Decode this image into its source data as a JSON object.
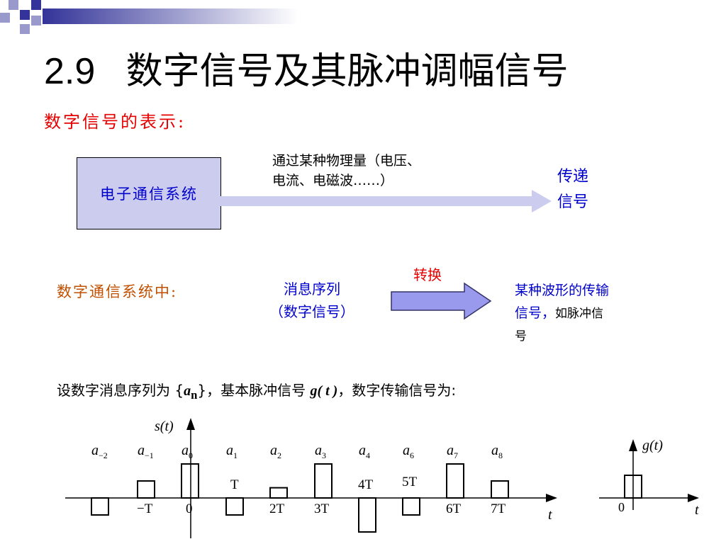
{
  "slide": {
    "title_number": "2.9",
    "title_text": "数字信号及其脉冲调幅信号",
    "subtitle": "数字信号的表示:",
    "system_box": "电子通信系统",
    "note_line1": "通过某种物理量（电压、",
    "note_line2": "电流、电磁波……）",
    "deliver_line1": "传递",
    "deliver_line2": "信号",
    "digital_system": "数字通信系统中:",
    "message_line1": "消息序列",
    "message_line2": "（数字信号）",
    "convert": "转换",
    "waveform_line1": "某种波形的传输",
    "waveform_line2": "信号，",
    "waveform_tail": "如脉冲信",
    "waveform_line3": "号",
    "setup_prefix": "设数字消息序列为 {",
    "setup_a": "a",
    "setup_sub": "n",
    "setup_mid": "}，基本脉冲信号 ",
    "setup_g": "g( t )",
    "setup_suffix": "，数字传输信号为:"
  },
  "colors": {
    "title": "#000000",
    "subtitle": "#e60000",
    "blue_text": "#0000cc",
    "orange_text": "#c05000",
    "box_fill": "#ccccee",
    "arrow_fill": "#9999ee",
    "thin_arrow_fill": "#ccccee",
    "logo_dark": "#333399",
    "logo_light": "#9999cc"
  },
  "plot_main": {
    "y_label": "s(t)",
    "x_label": "t",
    "pulses": [
      {
        "label": "a",
        "sub": "−2",
        "value": -1
      },
      {
        "label": "a",
        "sub": "−1",
        "value": 1
      },
      {
        "label": "a",
        "sub": "0",
        "value": 2
      },
      {
        "label": "a",
        "sub": "1",
        "value": -1
      },
      {
        "label": "a",
        "sub": "2",
        "value": 0.6
      },
      {
        "label": "a",
        "sub": "3",
        "value": 2
      },
      {
        "label": "a",
        "sub": "4",
        "value": -2
      },
      {
        "label": "a",
        "sub": "6",
        "value": -1
      },
      {
        "label": "a",
        "sub": "7",
        "value": 2
      },
      {
        "label": "a",
        "sub": "8",
        "value": 1
      }
    ],
    "ticks": [
      "−T",
      "0",
      "T",
      "2T",
      "3T",
      "4T",
      "5T",
      "6T",
      "7T"
    ]
  },
  "plot_g": {
    "y_label": "g(t)",
    "x_label": "t",
    "origin": "0"
  }
}
